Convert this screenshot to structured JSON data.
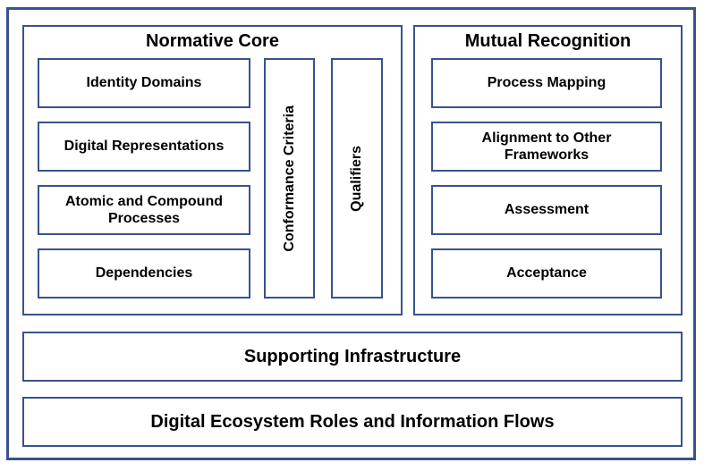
{
  "colors": {
    "border": "#38528E",
    "background": "#FFFFFF",
    "text": "#000000"
  },
  "normative_core": {
    "title": "Normative Core",
    "items": [
      {
        "label": "Identity Domains"
      },
      {
        "label": "Digital Representations"
      },
      {
        "label": "Atomic and Compound Processes"
      },
      {
        "label": "Dependencies"
      }
    ],
    "vertical_items": [
      {
        "label": "Conformance Criteria"
      },
      {
        "label": "Qualifiers"
      }
    ]
  },
  "mutual_recognition": {
    "title": "Mutual Recognition",
    "items": [
      {
        "label": "Process Mapping"
      },
      {
        "label": "Alignment to Other Frameworks"
      },
      {
        "label": "Assessment"
      },
      {
        "label": "Acceptance"
      }
    ]
  },
  "bottom_bars": [
    {
      "label": "Supporting Infrastructure"
    },
    {
      "label": "Digital Ecosystem Roles and Information Flows"
    }
  ]
}
